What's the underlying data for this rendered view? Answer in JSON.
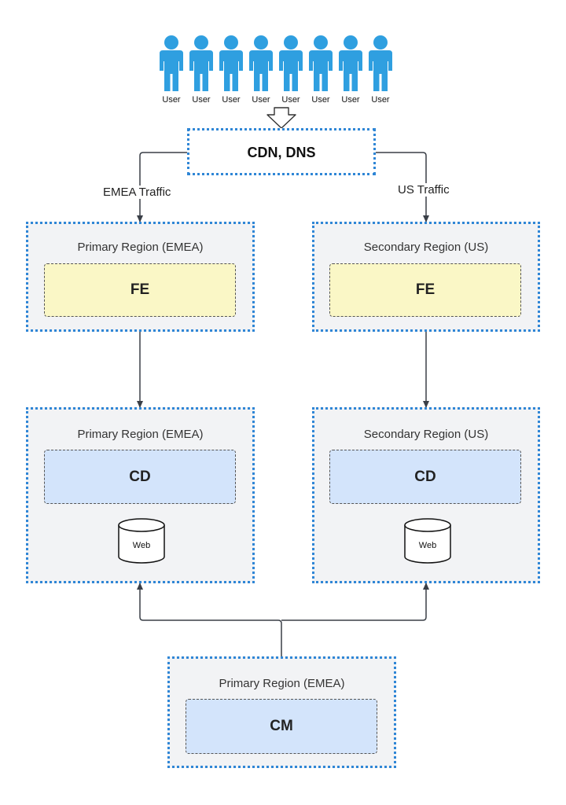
{
  "colors": {
    "region_fill": "#f2f3f5",
    "region_border": "#2f86d6",
    "fe_fill": "#faf7c6",
    "cd_fill": "#d3e4fb",
    "user_icon": "#2f9fe0",
    "edge": "#3a3f47"
  },
  "users": [
    {
      "label": "User",
      "icon": "user-icon"
    },
    {
      "label": "User",
      "icon": "user-icon"
    },
    {
      "label": "User",
      "icon": "user-icon"
    },
    {
      "label": "User",
      "icon": "user-icon"
    },
    {
      "label": "User",
      "icon": "user-icon"
    },
    {
      "label": "User",
      "icon": "user-icon"
    },
    {
      "label": "User",
      "icon": "user-icon"
    },
    {
      "label": "User",
      "icon": "user-icon"
    }
  ],
  "cdn": {
    "label": "CDN, DNS"
  },
  "edges": {
    "emea_traffic": "EMEA Traffic",
    "us_traffic": "US Traffic"
  },
  "fe_primary": {
    "title": "Primary Region (EMEA)",
    "component": "FE"
  },
  "fe_secondary": {
    "title": "Secondary Region (US)",
    "component": "FE"
  },
  "cd_primary": {
    "title": "Primary Region (EMEA)",
    "component": "CD",
    "database": "Web"
  },
  "cd_secondary": {
    "title": "Secondary Region (US)",
    "component": "CD",
    "database": "Web"
  },
  "cm_primary": {
    "title": "Primary Region (EMEA)",
    "component": "CM"
  }
}
